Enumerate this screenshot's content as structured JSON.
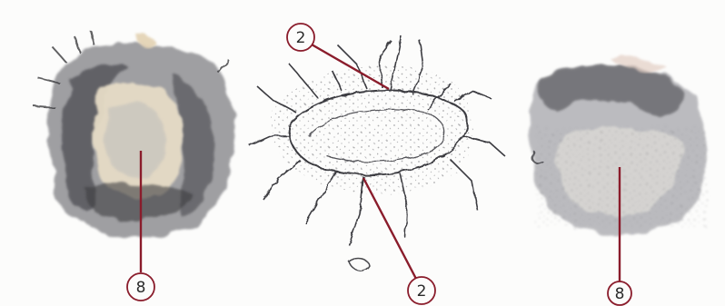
{
  "figure": {
    "colors": {
      "background": "#fcfcfb",
      "callout_line": "#8a1c2b",
      "callout_circle": "#8a1c2b",
      "specimen_dark": "#4a4a4e",
      "specimen_mid": "#9a9a9e",
      "specimen_light": "#d9d6cf",
      "specimen_warm": "#e8dcc4"
    },
    "specimens": [
      {
        "id": "left",
        "callout": {
          "label": "8"
        }
      },
      {
        "id": "middle",
        "callouts": [
          {
            "label": "2"
          },
          {
            "label": "2"
          }
        ]
      },
      {
        "id": "right",
        "callout": {
          "label": "8"
        }
      }
    ]
  }
}
